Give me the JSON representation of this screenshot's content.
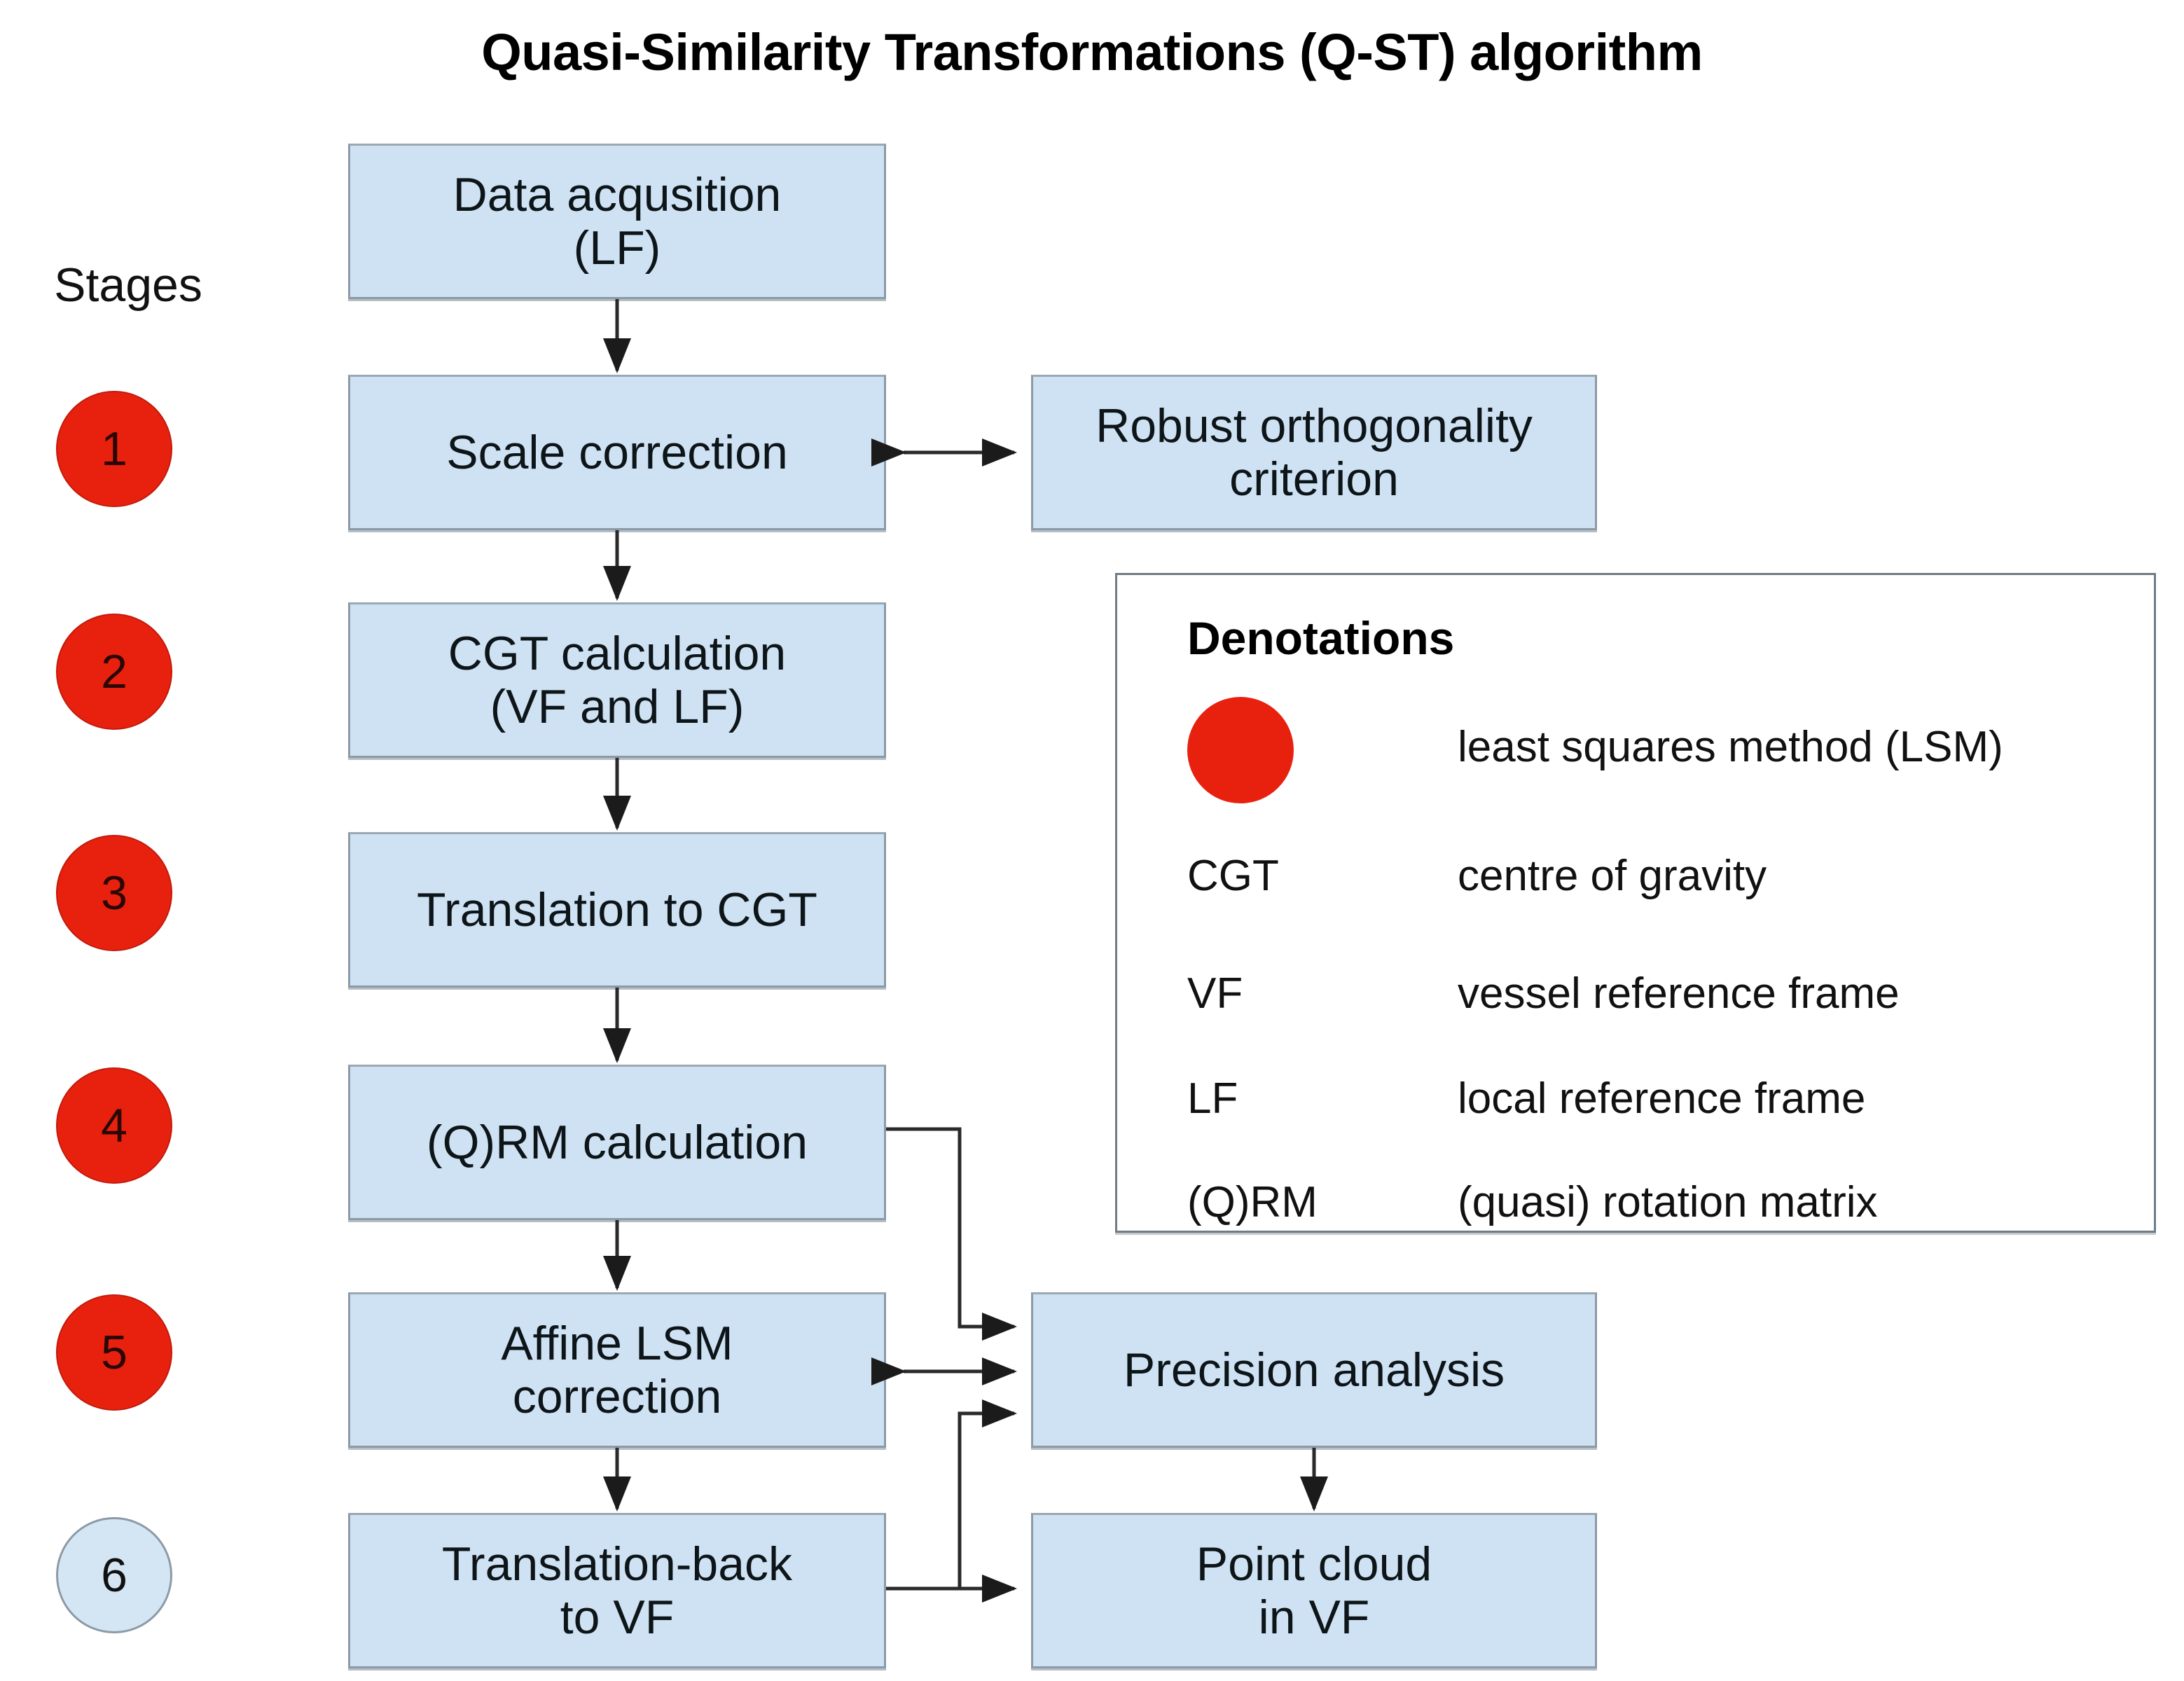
{
  "title": "Quasi-Similarity Transformations (Q-ST) algorithm",
  "stages": {
    "label": "Stages",
    "items": [
      {
        "number": "1",
        "color": "#e8210f",
        "style": "red"
      },
      {
        "number": "2",
        "color": "#e8210f",
        "style": "red"
      },
      {
        "number": "3",
        "color": "#e8210f",
        "style": "red"
      },
      {
        "number": "4",
        "color": "#e8210f",
        "style": "red"
      },
      {
        "number": "5",
        "color": "#e8210f",
        "style": "red"
      },
      {
        "number": "6",
        "color": "#d4e6f4",
        "style": "blue"
      }
    ]
  },
  "nodes": {
    "data_acquisition": "Data acqusition\n(LF)",
    "scale_correction": "Scale correction",
    "robust_orthogonality": "Robust orthogonality\ncriterion",
    "cgt_calculation": "CGT calculation\n(VF and LF)",
    "translation_to_cgt": "Translation to CGT",
    "qrm_calculation": "(Q)RM calculation",
    "affine_lsm_correction": "Affine LSM\ncorrection",
    "precision_analysis": "Precision analysis",
    "translation_back": "Translation-back\nto VF",
    "point_cloud": "Point cloud\nin VF"
  },
  "denotations": {
    "title": "Denotations",
    "rows": [
      {
        "key": "",
        "value": "least squares method (LSM)",
        "swatch": "#e8210f"
      },
      {
        "key": "CGT",
        "value": "centre of gravity"
      },
      {
        "key": "VF",
        "value": "vessel reference frame"
      },
      {
        "key": "LF",
        "value": "local reference frame"
      },
      {
        "key": "(Q)RM",
        "value": "(quasi) rotation matrix"
      }
    ]
  },
  "colors": {
    "node_fill": "#cfe2f3",
    "node_border": "#8c9aa6",
    "accent_red": "#e8210f",
    "stage6_fill": "#d4e6f4",
    "background": "#ffffff"
  }
}
